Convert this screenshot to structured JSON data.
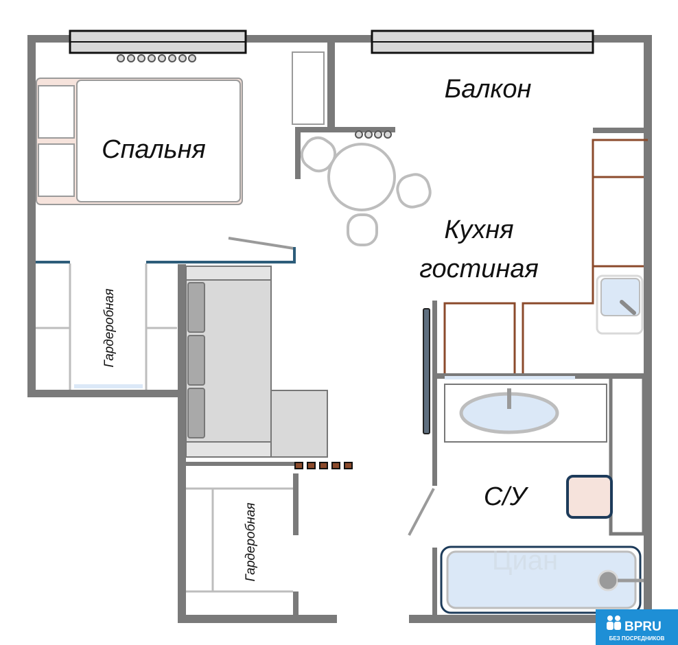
{
  "rooms": {
    "bedroom": "Спальня",
    "balcony": "Балкон",
    "kitchen_line1": "Кухня",
    "kitchen_line2": "гостиная",
    "wardrobe_top": "Гардеробная",
    "wardrobe_bottom": "Гардеробная",
    "bathroom": "С/У"
  },
  "watermark": "Циан",
  "logo": {
    "brand": "BPRU",
    "tagline": "БЕЗ ПОСРЕДНИКОВ"
  },
  "colors": {
    "wall": "#7a7a7a",
    "furniture": "#d9d9d9",
    "kitchen_cabinets": "#8b4a2b",
    "bed_headboard": "#f6e3dc",
    "water": "#dbe8f7",
    "logo_bg": "#1e8fd6"
  }
}
